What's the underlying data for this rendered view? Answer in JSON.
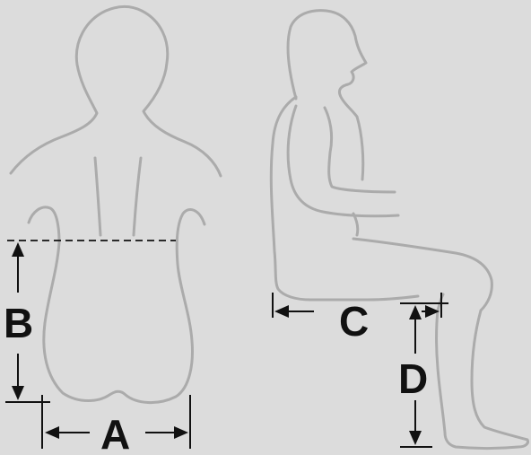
{
  "labels": {
    "a": "A",
    "b": "B",
    "c": "C",
    "d": "D"
  },
  "colors": {
    "background": "#dcdcdc",
    "outline": "#ababab",
    "dimension": "#111111"
  }
}
